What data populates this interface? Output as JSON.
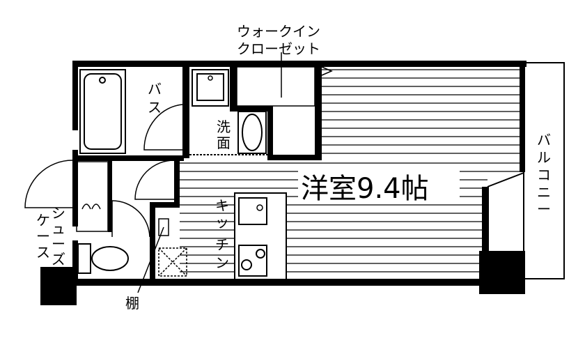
{
  "plan": {
    "room_label": "洋室9.4帖",
    "labels": {
      "walkin_line1": "ウォークイン",
      "walkin_line2": "クローゼット",
      "bath": [
        "バ",
        "ス"
      ],
      "washroom": [
        "洗",
        "面"
      ],
      "kitchen": [
        "キ",
        "ッ",
        "チ",
        "ン"
      ],
      "balcony": [
        "バ",
        "ル",
        "コ",
        "ニ",
        "ー"
      ],
      "shoe_case_col1": [
        "シ",
        "ュ",
        "ー",
        "ズ"
      ],
      "shoe_case_col2": [
        "ケ",
        "ー",
        "ス"
      ],
      "shelf": "棚"
    }
  }
}
